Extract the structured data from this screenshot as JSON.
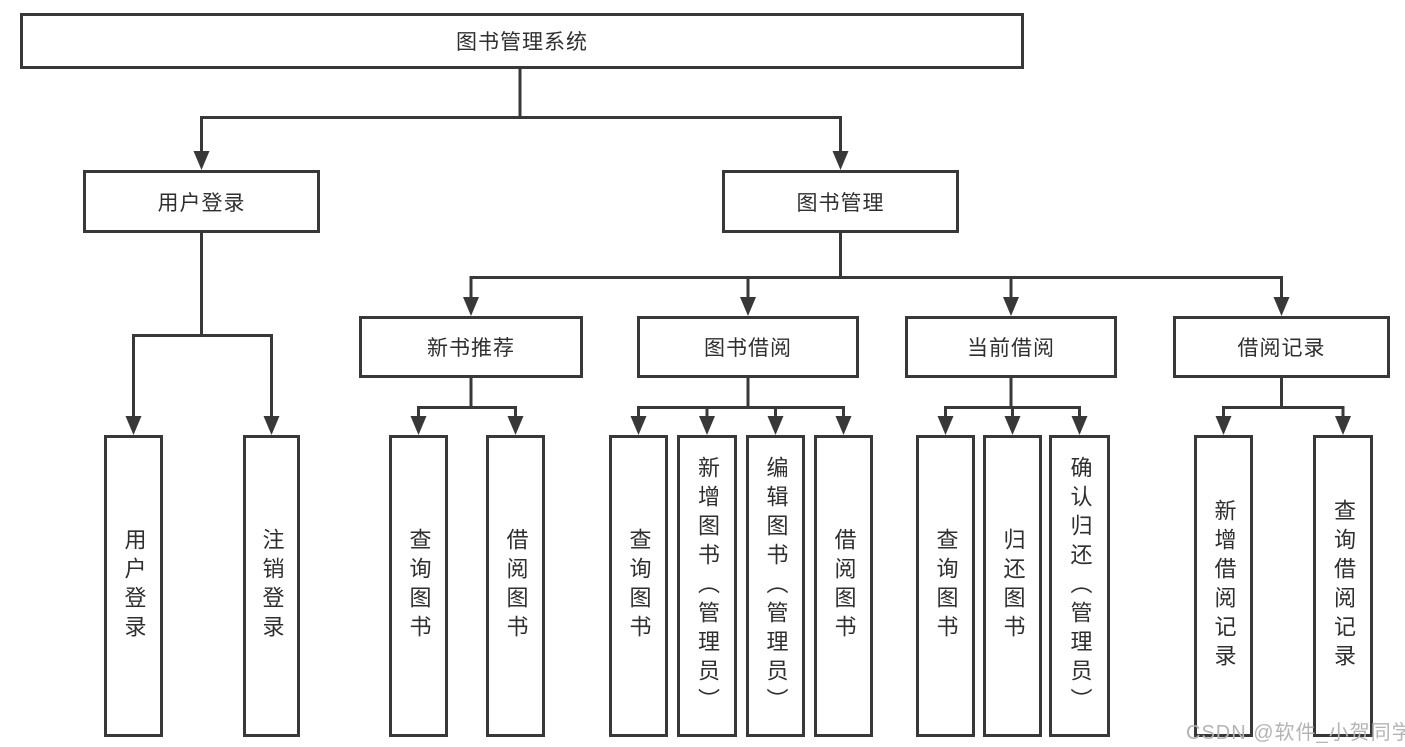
{
  "tree": {
    "root": {
      "label": "图书管理系统"
    },
    "branches": [
      {
        "label": "用户登录",
        "children": [
          {
            "label": "用户登录"
          },
          {
            "label": "注销登录"
          }
        ]
      },
      {
        "label": "图书管理",
        "children": [
          {
            "label": "新书推荐",
            "children": [
              {
                "label": "查询图书"
              },
              {
                "label": "借阅图书"
              }
            ]
          },
          {
            "label": "图书借阅",
            "children": [
              {
                "label": "查询图书"
              },
              {
                "label": "新增图书（管理员）"
              },
              {
                "label": "编辑图书（管理员）"
              },
              {
                "label": "借阅图书"
              }
            ]
          },
          {
            "label": "当前借阅",
            "children": [
              {
                "label": "查询图书"
              },
              {
                "label": "归还图书"
              },
              {
                "label": "确认归还（管理员）"
              }
            ]
          },
          {
            "label": "借阅记录",
            "children": [
              {
                "label": "新增借阅记录"
              },
              {
                "label": "查询借阅记录"
              }
            ]
          }
        ]
      }
    ]
  },
  "watermark": {
    "text": "CSDN @软件_小贺同学"
  },
  "colors": {
    "line": "#383838",
    "text": "#2f2f2f",
    "background": "#ffffff",
    "watermark": "#b4b4b4"
  }
}
